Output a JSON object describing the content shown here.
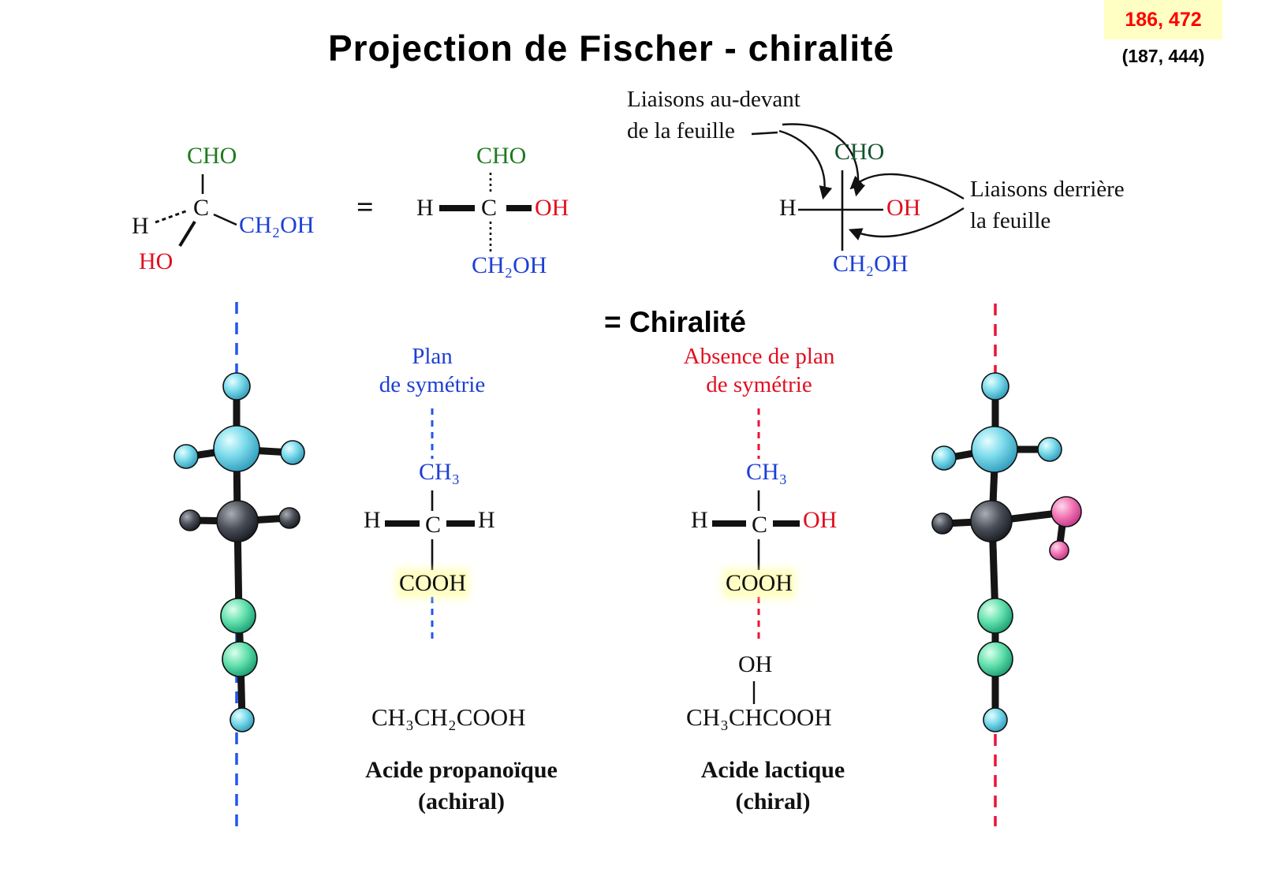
{
  "refs": {
    "primary": "186, 472",
    "secondary": "(187, 444)"
  },
  "title": "Projection de Fischer - chiralité",
  "equals": "=",
  "chirality_heading": "= Chiralité",
  "wedge_structure": {
    "cho": "CHO",
    "h": "H",
    "c": "C",
    "ho": "HO",
    "ch2oh": "CH₂OH"
  },
  "fischer_structure": {
    "cho": "CHO",
    "h": "H",
    "c": "C",
    "oh": "OH",
    "ch2oh": "CH₂OH"
  },
  "annotated_structure": {
    "cho": "CHO",
    "h": "H",
    "oh": "OH",
    "ch2oh": "CH₂OH"
  },
  "annotations": {
    "front_line1": "Liaisons au-devant",
    "front_line2": "de la feuille",
    "behind_line1": "Liaisons derrière",
    "behind_line2": "la feuille"
  },
  "propanoic": {
    "plane_line1": "Plan",
    "plane_line2": "de symétrie",
    "ch3": "CH₃",
    "h_left": "H",
    "c": "C",
    "h_right": "H",
    "cooh": "COOH",
    "formula": "CH₃CH₂COOH",
    "name": "Acide propanoïque",
    "chirality": "(achiral)"
  },
  "lactic": {
    "plane_line1": "Absence de plan",
    "plane_line2": "de symétrie",
    "ch3": "CH₃",
    "h": "H",
    "c": "C",
    "oh": "OH",
    "cooh": "COOH",
    "hydroxyl": "OH",
    "formula": "CH₃CHCOOH",
    "name": "Acide lactique",
    "chirality": "(chiral)"
  },
  "colors": {
    "green": "#1e7a1e",
    "dark-green": "#14532d",
    "blue": "#1d3fd4",
    "red": "#e01020",
    "ref-red": "#ff0000",
    "ref-bg": "#ffffc4",
    "line-blue": "#2255ee",
    "line-red": "#ee1133"
  }
}
